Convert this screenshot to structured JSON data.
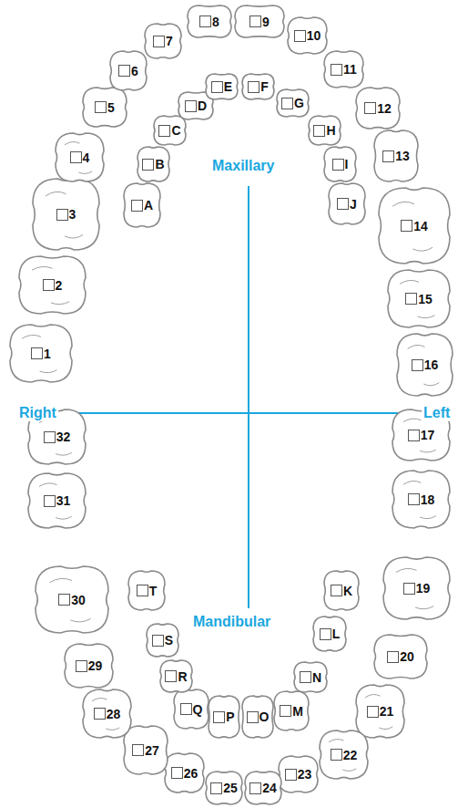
{
  "diagram": {
    "nodes": [
      {
        "text": [
          "1"
        ]
      },
      {
        "text": [
          "2"
        ]
      },
      {
        "text": [
          "3"
        ]
      },
      {
        "text": [
          "4"
        ]
      },
      {
        "text": [
          "5"
        ]
      },
      {
        "text": [
          "6"
        ]
      },
      {
        "text": [
          "7"
        ]
      },
      {
        "text": [
          "8"
        ]
      },
      {
        "text": [
          "9"
        ]
      },
      {
        "text": [
          "10"
        ]
      },
      {
        "text": [
          "11"
        ]
      },
      {
        "text": [
          "12"
        ]
      },
      {
        "text": [
          "13"
        ]
      },
      {
        "text": [
          "14"
        ]
      },
      {
        "text": [
          "15"
        ]
      },
      {
        "text": [
          "16"
        ]
      },
      {
        "text": [
          "17"
        ]
      },
      {
        "text": [
          "18"
        ]
      },
      {
        "text": [
          "19"
        ]
      },
      {
        "text": [
          "20"
        ]
      },
      {
        "text": [
          "21"
        ]
      },
      {
        "text": [
          "22"
        ]
      },
      {
        "text": [
          "23"
        ]
      },
      {
        "text": [
          "24"
        ]
      },
      {
        "text": [
          "25"
        ]
      },
      {
        "text": [
          "26"
        ]
      },
      {
        "text": [
          "27"
        ]
      },
      {
        "text": [
          "28"
        ]
      },
      {
        "text": [
          "29"
        ]
      },
      {
        "text": [
          "30"
        ]
      },
      {
        "text": [
          "31"
        ]
      },
      {
        "text": [
          "32"
        ]
      },
      {
        "text": [
          "A"
        ]
      },
      {
        "text": [
          "B"
        ]
      },
      {
        "text": [
          "C"
        ]
      },
      {
        "text": [
          "D"
        ]
      },
      {
        "text": [
          "E"
        ]
      },
      {
        "text": [
          "F"
        ]
      },
      {
        "text": [
          "G"
        ]
      },
      {
        "text": [
          "H"
        ]
      },
      {
        "text": [
          "I"
        ]
      },
      {
        "text": [
          "J"
        ]
      },
      {
        "text": [
          "K"
        ]
      },
      {
        "text": [
          "L"
        ]
      },
      {
        "text": [
          "N"
        ]
      },
      {
        "text": [
          "M"
        ]
      },
      {
        "text": [
          "O"
        ]
      },
      {
        "text": [
          "P"
        ]
      },
      {
        "text": [
          "Q"
        ]
      },
      {
        "text": [
          "R"
        ]
      },
      {
        "text": [
          "S"
        ]
      },
      {
        "text": [
          "T"
        ]
      }
    ],
    "labels": [
      "Maxillary",
      "Right",
      "Left",
      "Mandibular"
    ]
  }
}
